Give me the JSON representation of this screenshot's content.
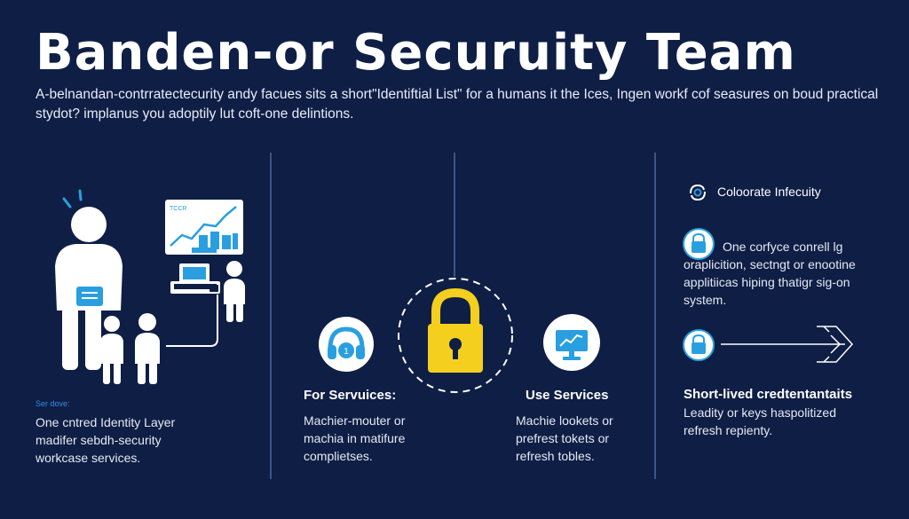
{
  "title": "Banden-or Securuity Team",
  "subtitle": "A-belnandan-contrratectecurity andy facues sits a short\"Identiftial List\" for a humans it the Ices, Ingen workf cof seasures on boud practical stydot? implanus you adoptily lut coft-one delintions.",
  "left": {
    "label": "Ser dove:",
    "monitor_label": "TCCR",
    "text": "One cntred Identity Layer madifer sebdh-security workcase services."
  },
  "center": {
    "for_services": {
      "heading": "For Servuices:",
      "text": "Machier-mouter or machia in matifure complietses."
    },
    "use_services": {
      "heading": "Use Services",
      "text": "Machie lookets or prefrest tokets or refresh tobles."
    }
  },
  "right": {
    "header": "Coloorate Infecuity",
    "item1_text": "One corfyce conrell lg oraplicition, sectngt or enootine applitiicas hiping thatigr sig-on system.",
    "short_lived_heading": "Short-lived credtentantaits",
    "short_lived_text": "Leadity or keys haspolitized refresh repienty."
  },
  "colors": {
    "background": "#0f1e45",
    "accent_blue": "#2a9fe0",
    "lock_yellow": "#f4cf1e",
    "divider": "#3d5683"
  },
  "icons": [
    "person-icon",
    "monitor-chart-icon",
    "laptop-icon",
    "child-icon",
    "headphones-icon",
    "padlock-icon",
    "monitor-icon",
    "lock-icon",
    "arrow-icon"
  ]
}
